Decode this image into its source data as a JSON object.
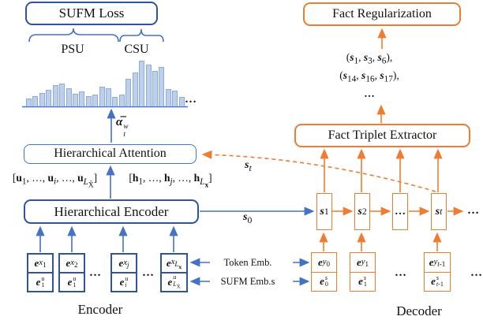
{
  "palette": {
    "dark_blue": "#2F5597",
    "blue": "#4472C4",
    "orange": "#ED7D31",
    "bar_fill": "#BCD0EC",
    "bar_border": "#8FAADC",
    "text": "#111111"
  },
  "left": {
    "sufm_loss_label": "SUFM Loss",
    "psu_label": "PSU",
    "csu_label": "CSU",
    "alpha_html": "<b><i>α̅</i></b><span class='ss'><span><i>w</i></span><span><i>t</i></span></span>",
    "attention_label": "Hierarchical Attention",
    "u_vector_html": "[<b>u</b><sub>1</sub>, …, <b>u</b><sub><i>i</i></sub>, …, <b>u</b><sub><i>L</i><sub>X̄</sub></sub>]",
    "h_vector_html": "[<b>h</b><sub>1</sub>, …, <b>h</b><sub><i>j</i></sub>, …, <b>h</b><sub><i>L</i><sub><b>x</b></sub></sub>]",
    "encoder_box_label": "Hierarchical Encoder",
    "s0_label_html": "<b><i>s</i></b><sub>0</sub>",
    "embedding_boxes": [
      {
        "top_html": "<b><i>e</i></b><sub><i>x</i><sub>1</sub></sub>",
        "bottom_html": "<b><i>e</i></b><span class='ss'><span><i>u</i></span><span>1</span></span>"
      },
      {
        "top_html": "<b><i>e</i></b><sub><i>x</i><sub>2</sub></sub>",
        "bottom_html": "<b><i>e</i></b><span class='ss'><span><i>u</i></span><span>1</span></span>"
      },
      {
        "top_html": "<b><i>e</i></b><sub><i>x</i><sub><i>j</i></sub></sub>",
        "bottom_html": "<b><i>e</i></b><span class='ss'><span><i>u</i></span><span><i>i</i></span></span>"
      },
      {
        "top_html": "<b><i>e</i></b><sub><i>x</i><sub><i>L</i><sub><b>x</b></sub></sub></sub>",
        "bottom_html": "<b><i>e</i></b><span class='ss'><span><i>u</i></span><span><i>L</i><sub>X̄</sub></span></span>"
      }
    ],
    "encoder_caption": "Encoder"
  },
  "center": {
    "token_emb_label": "Token Emb.",
    "sufm_emb_label": "SUFM Emb.s"
  },
  "right": {
    "fact_reg_label": "Fact Regularization",
    "triplet_lines_html": [
      "(<b><i>s</i></b><sub>1</sub>, <b><i>s</i></b><sub>3</sub>, <b><i>s</i></b><sub>6</sub>),",
      "(<b><i>s</i></b><sub>14</sub>, <b><i>s</i></b><sub>16</sub>, <b><i>s</i></b><sub>17</sub>),",
      "…"
    ],
    "extractor_label": "Fact Triplet Extractor",
    "state_boxes_html": [
      "<b><i>s</i></b><sub>1</sub>",
      "<b><i>s</i></b><sub>2</sub>",
      "<b>…</b>",
      "<b><i>s</i></b><sub><i>t</i></sub>"
    ],
    "st_label_html": "<b><i>s</i></b><sub><i>t</i></sub>",
    "embedding_boxes": [
      {
        "top_html": "<b><i>e</i></b><sub><i>y</i><sub>0</sub></sub>",
        "bottom_html": "<b><i>e</i></b><span class='ss'><span><i>s</i></span><span>0</span></span>"
      },
      {
        "top_html": "<b><i>e</i></b><sub><i>y</i><sub>1</sub></sub>",
        "bottom_html": "<b><i>e</i></b><span class='ss'><span><i>s</i></span><span>1</span></span>"
      },
      {
        "top_html": "<b><i>e</i></b><sub><i>y</i><sub><i>t</i>-1</sub></sub>",
        "bottom_html": "<b><i>e</i></b><span class='ss'><span><i>s</i></span><span><i>t</i>-1</span></span>"
      }
    ],
    "decoder_caption": "Decoder"
  },
  "misc": {
    "ellipsis": "…"
  },
  "histogram": {
    "bars": [
      10,
      13,
      17,
      21,
      27,
      29,
      23,
      16,
      19,
      13,
      15,
      25,
      23,
      12,
      15,
      35,
      43,
      58,
      53,
      45,
      50,
      22,
      20,
      12
    ]
  }
}
